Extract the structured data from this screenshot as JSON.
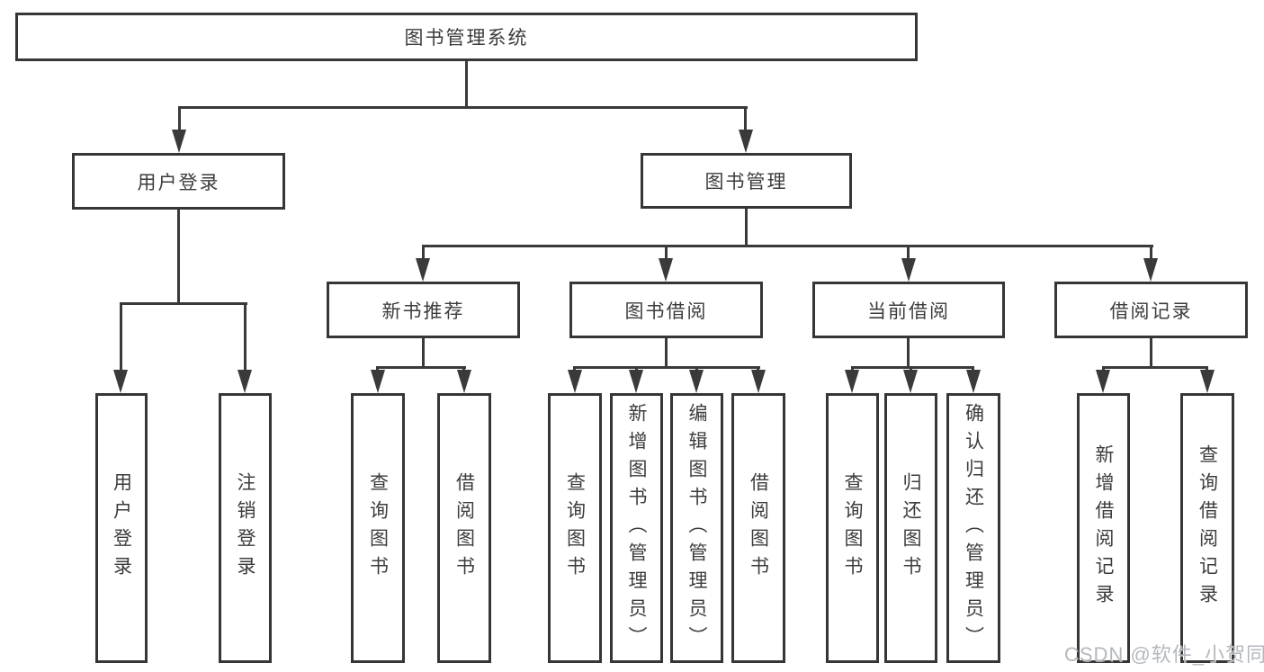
{
  "diagram": {
    "root": {
      "label": "图书管理系统"
    },
    "branches": [
      {
        "label": "用户登录",
        "children": [
          {
            "label": "用户登录"
          },
          {
            "label": "注销登录"
          }
        ]
      },
      {
        "label": "图书管理",
        "children": [
          {
            "label": "新书推荐",
            "children": [
              {
                "label": "查询图书"
              },
              {
                "label": "借阅图书"
              }
            ]
          },
          {
            "label": "图书借阅",
            "children": [
              {
                "label": "查询图书"
              },
              {
                "label": "新增图书（管理员）"
              },
              {
                "label": "编辑图书（管理员）"
              },
              {
                "label": "借阅图书"
              }
            ]
          },
          {
            "label": "当前借阅",
            "children": [
              {
                "label": "查询图书"
              },
              {
                "label": "归还图书"
              },
              {
                "label": "确认归还（管理员）"
              }
            ]
          },
          {
            "label": "借阅记录",
            "children": [
              {
                "label": "新增借阅记录"
              },
              {
                "label": "查询借阅记录"
              }
            ]
          }
        ]
      }
    ]
  },
  "watermark": {
    "text": "CSDN @软件_小贺同学"
  },
  "colors": {
    "line": "#3a3a3a",
    "border": "#363636",
    "text": "#3c3c3c",
    "background": "#ffffff",
    "watermark": "#b4b8bd"
  }
}
